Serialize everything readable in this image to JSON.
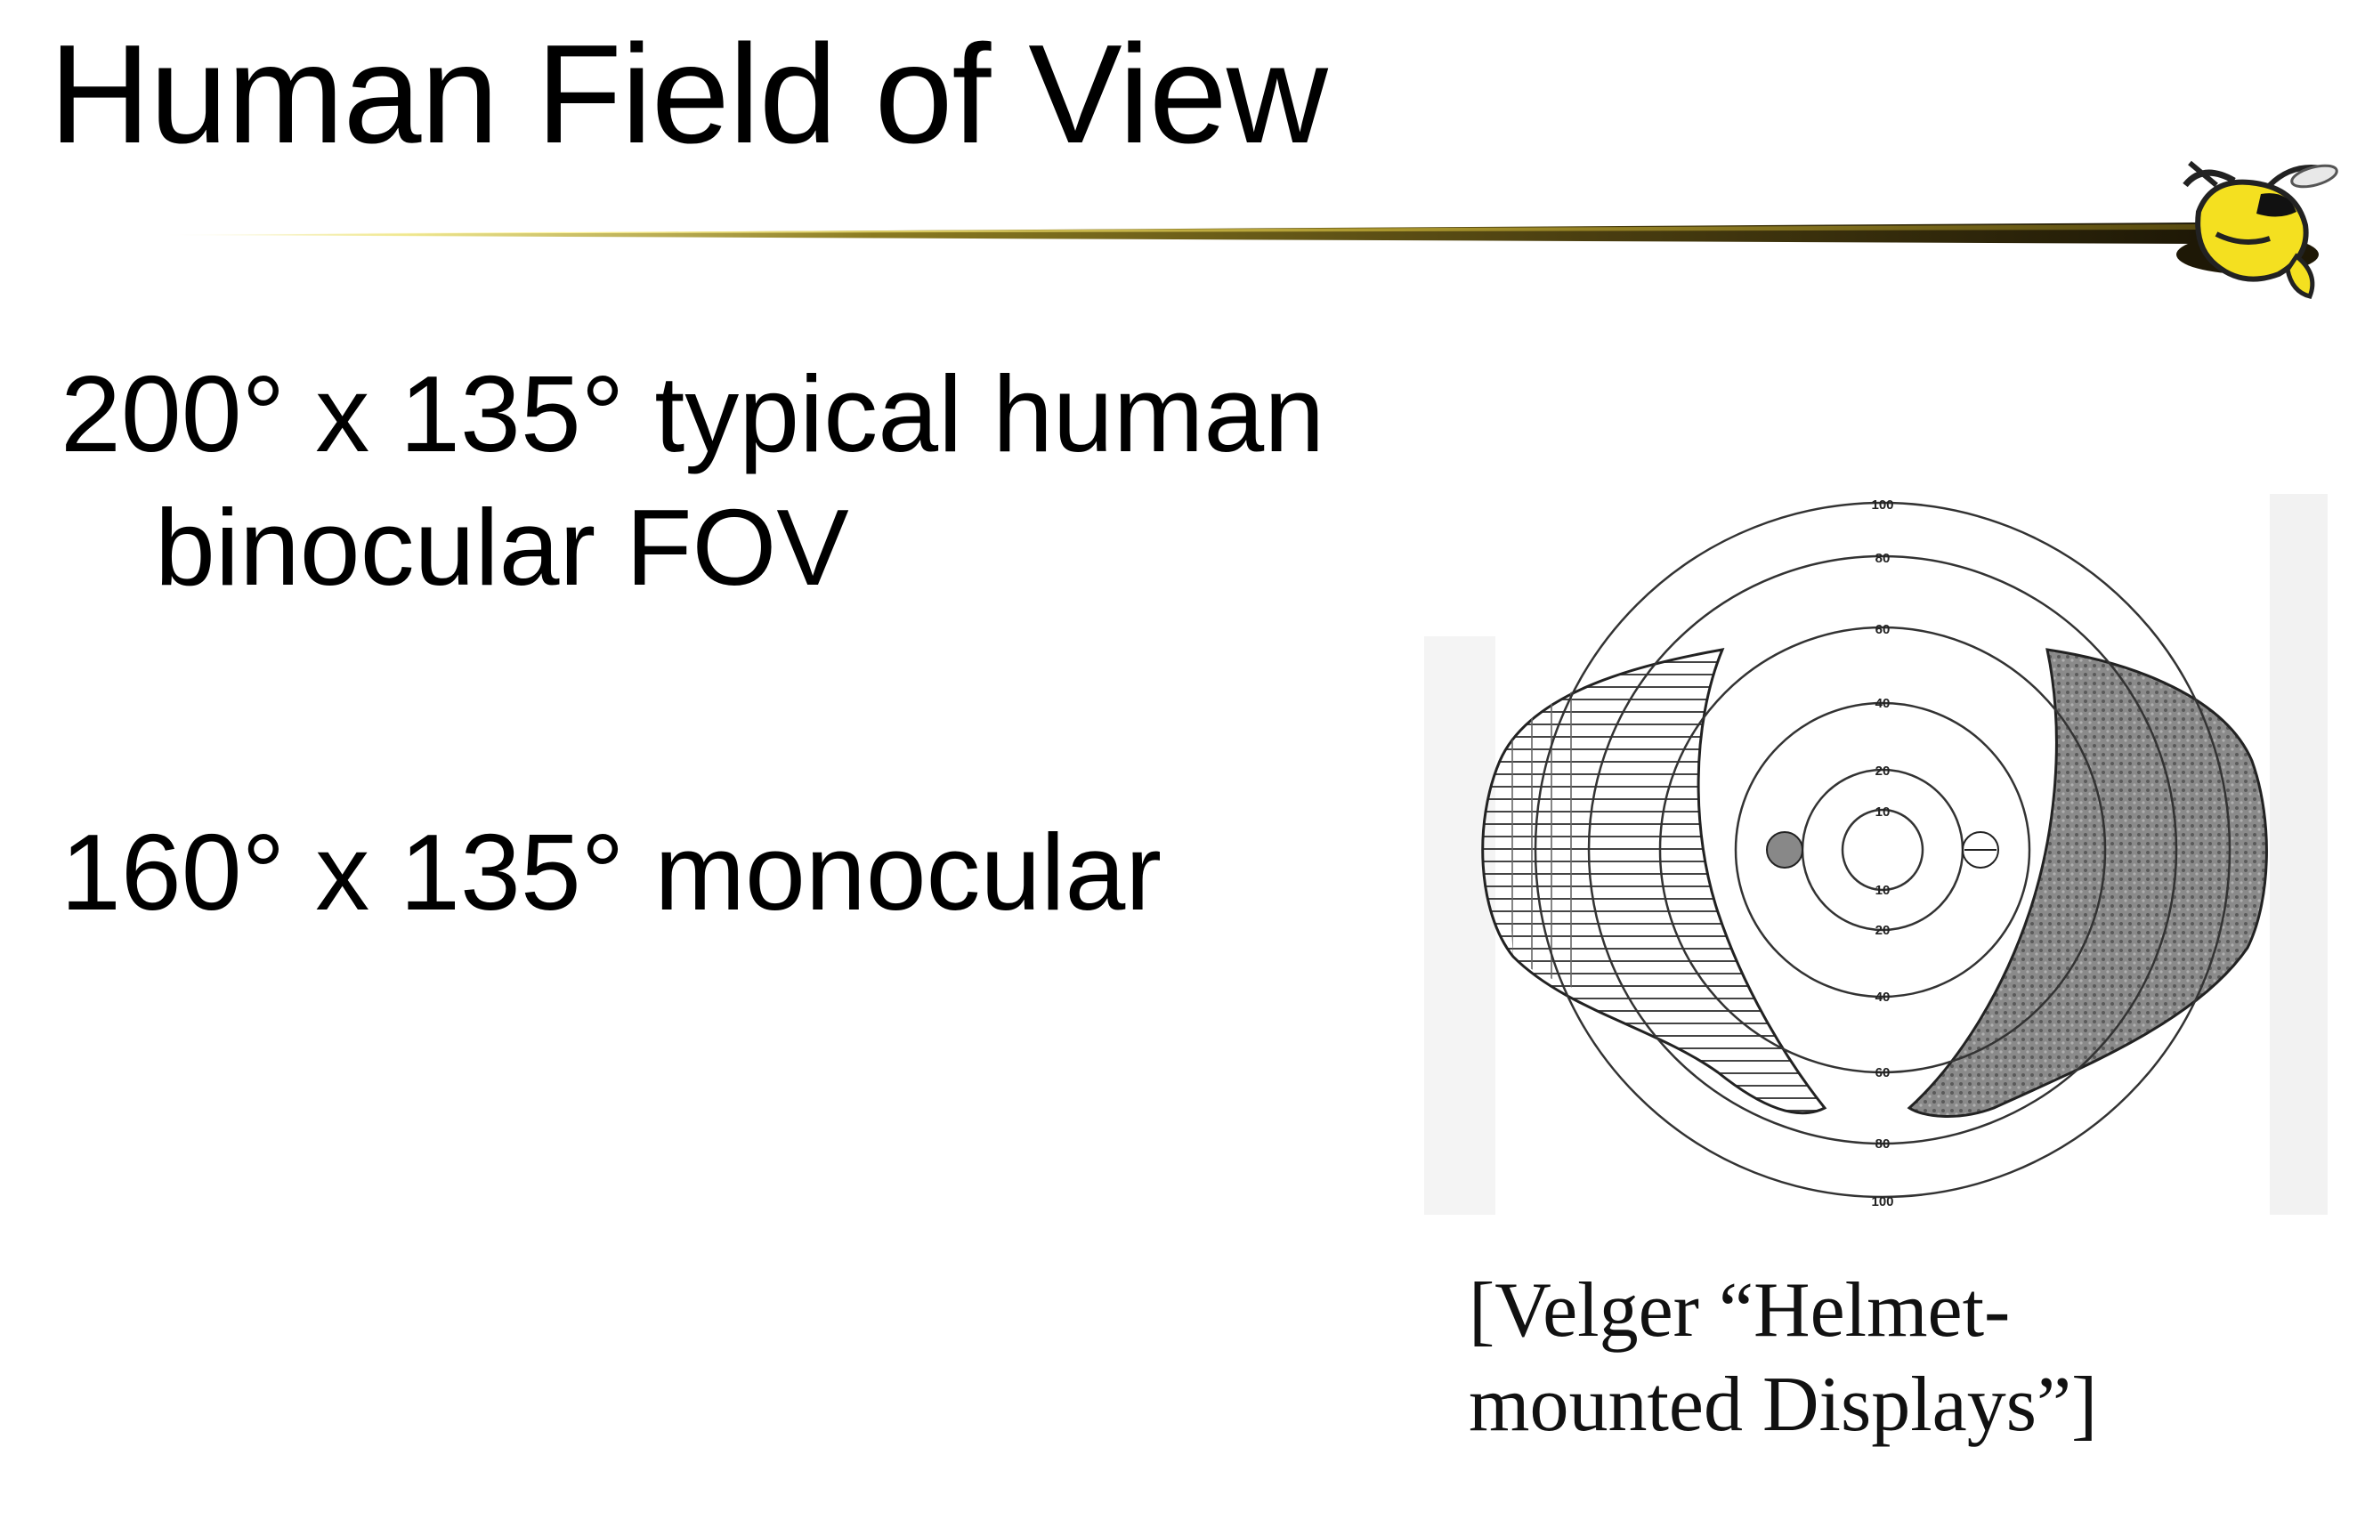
{
  "slide": {
    "title": "Human Field of View",
    "bullets": [
      {
        "line1": "200° x 135° typical human",
        "line2": "binocular FOV"
      },
      {
        "line1": "160° x 135° monocular"
      }
    ],
    "caption": {
      "line1": "[Velger “Helmet-",
      "line2": "mounted Displays”]"
    },
    "accent_color": "#c8b400",
    "rule_dark_color": "#2a2208"
  },
  "diagram": {
    "ring_labels": [
      "100",
      "80",
      "60",
      "40",
      "20",
      "10",
      "10",
      "20",
      "40",
      "60",
      "80",
      "100"
    ]
  }
}
